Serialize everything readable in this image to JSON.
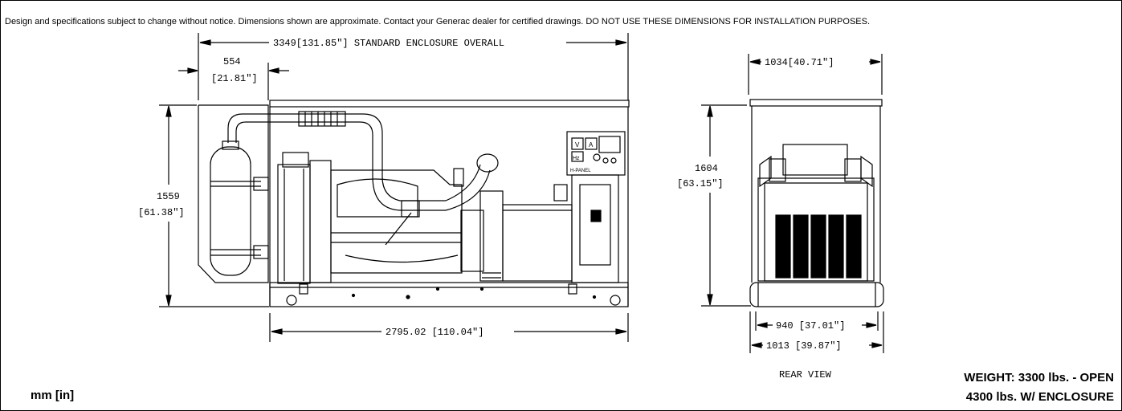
{
  "disclaimer": "Design and specifications subject to change without notice.  Dimensions shown are approximate.  Contact your Generac dealer for certified drawings.  DO NOT USE THESE DIMENSIONS FOR INSTALLATION PURPOSES.",
  "dimensions": {
    "enclosure_overall": "3349[131.85\"] STANDARD ENCLOSURE OVERALL",
    "muffler_offset_mm": "554",
    "muffler_offset_in": "[21.81\"]",
    "side_height_mm": "1559",
    "side_height_in": "[61.38\"]",
    "base_length": "2795.02 [110.04\"]",
    "rear_width_top": "1034[40.71\"]",
    "rear_height_mm": "1604",
    "rear_height_in": "[63.15\"]",
    "rear_base_inner": "940 [37.01\"]",
    "rear_base_outer": "1013 [39.87\"]"
  },
  "labels": {
    "rear_view": "REAR VIEW",
    "units": "mm  [in]",
    "weight_open": "WEIGHT:  3300 lbs. - OPEN",
    "weight_enclosure": "4300 lbs. W/ ENCLOSURE"
  },
  "panel_text": {
    "meter_v": "V",
    "meter_a": "A",
    "meter_hz": "Hz",
    "brand": "H-PANEL"
  }
}
